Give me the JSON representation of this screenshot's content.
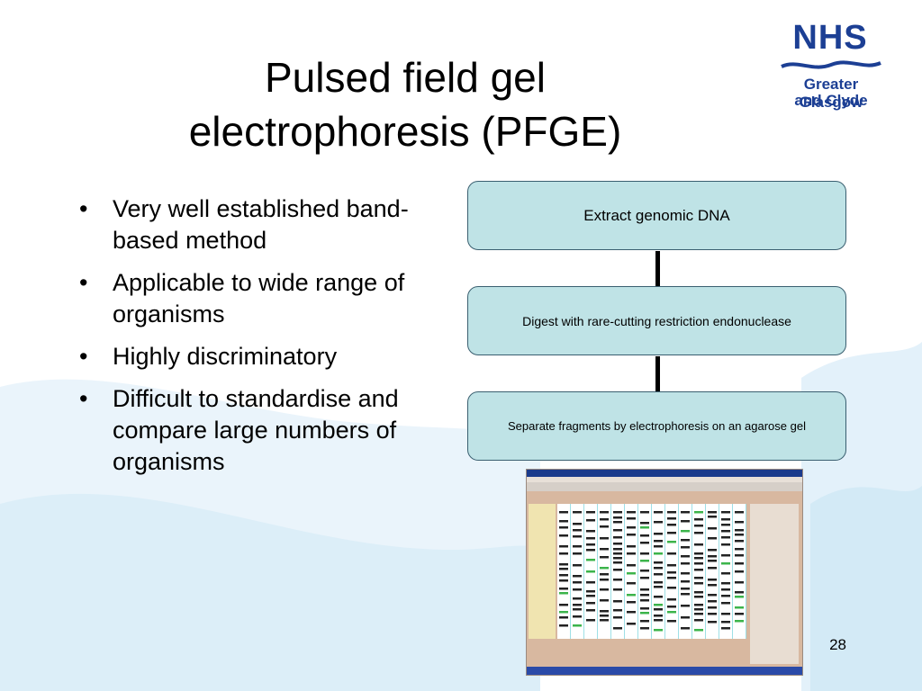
{
  "slide": {
    "title_lines": [
      "Pulsed field gel",
      "electrophoresis (PFGE)"
    ],
    "number": "28"
  },
  "logo": {
    "mark": "NHS",
    "line1": "Greater Glasgow",
    "line2": "and Clyde",
    "color": "#1c3f94"
  },
  "bullets": [
    "Very well established band-based method",
    "Applicable to wide range of organisms",
    "Highly discriminatory",
    "Difficult to standardise and compare large numbers of organisms"
  ],
  "flowchart": {
    "steps": [
      "Extract genomic DNA",
      "Digest with rare-cutting restriction endonuclease",
      "Separate fragments by electrophoresis on an agarose gel"
    ],
    "box_color": "#bfe3e6"
  },
  "screenshot": {
    "icon": "gel-fingerprint-software-screenshot"
  }
}
